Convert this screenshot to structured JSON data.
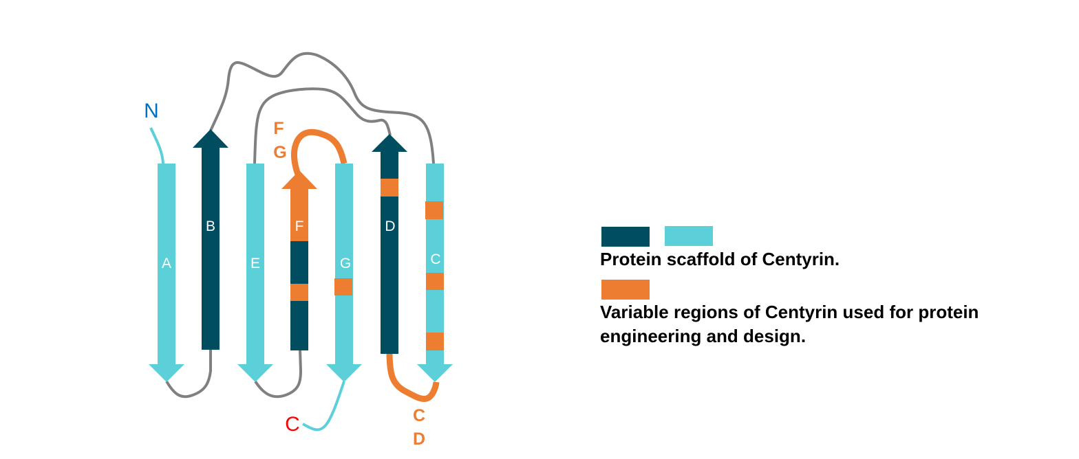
{
  "colors": {
    "scaffold_dark": "#004d60",
    "scaffold_light": "#5bd0d8",
    "variable": "#ed7d31",
    "loop": "#808080",
    "n_term": "#0070c0",
    "c_term": "#ff0000"
  },
  "diagram": {
    "strands": {
      "A": "A",
      "B": "B",
      "C": "C",
      "D": "D",
      "E": "E",
      "F": "F",
      "G": "G"
    },
    "n_terminus": "N",
    "c_terminus": "C",
    "fg_loop": [
      "F",
      "G"
    ],
    "cd_loop": [
      "C",
      "D"
    ]
  },
  "legend": {
    "scaffold": "Protein scaffold of Centyrin.",
    "variable_line1": "Variable regions of Centyrin used for protein",
    "variable_line2": "engineering and design."
  }
}
